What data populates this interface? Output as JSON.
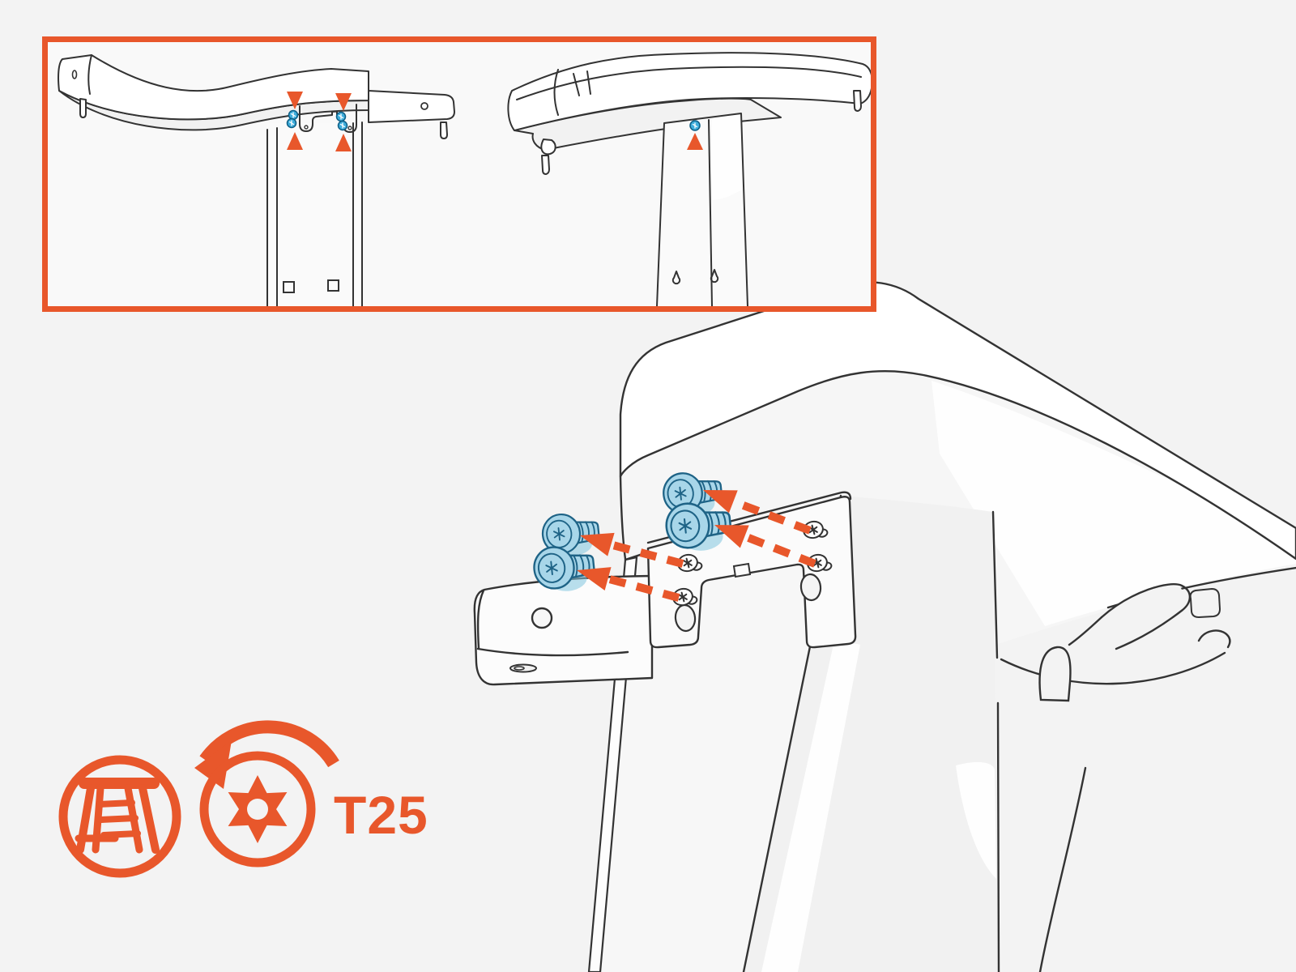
{
  "colors": {
    "background": "#F3F3F3",
    "inset_background": "#F9F9F9",
    "accent": "#E8572B",
    "line": "#333333",
    "screw_fill": "#A8D6E9",
    "screw_shadow": "#7FC4DE",
    "screw_stroke": "#1E6386",
    "screw_dot": "#3FAEDC",
    "white": "#FFFFFF"
  },
  "inset": {
    "name": "screw-location-callout",
    "border_color": "#E8572B",
    "left_view": {
      "name": "mount-arm-front-view",
      "screw_marker_count": 4,
      "alignment_triangle_count": 4
    },
    "right_view": {
      "name": "mount-arm-side-view",
      "screw_marker_count": 1,
      "alignment_triangle_count": 1
    }
  },
  "main_illustration": {
    "name": "unit-unscrew-step",
    "screw_count": 4,
    "arrow_count": 4
  },
  "tools": {
    "torx_size_label": "T25",
    "icons": [
      "ladder-icon",
      "torx-t25-bit-icon",
      "rotate-counterclockwise-arrow-icon"
    ]
  }
}
